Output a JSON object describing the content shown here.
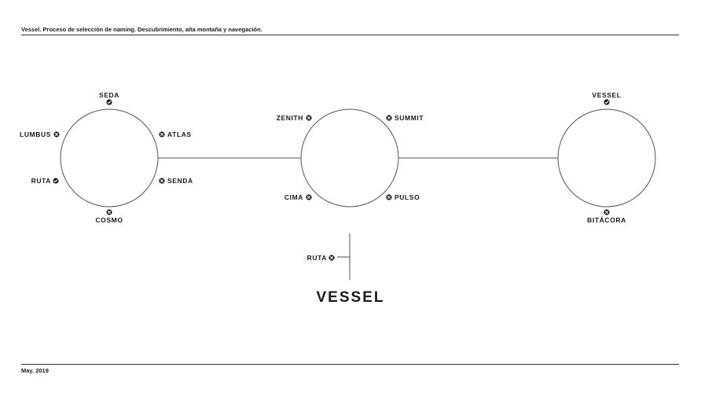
{
  "header": {
    "title": "Vessel. Proceso de selección de naming. Descubrimiento, alta montaña y navegación."
  },
  "footer": {
    "date": "May. 2019"
  },
  "circles": [
    {
      "labels": {
        "seda": {
          "text": "SEDA",
          "status": "check"
        },
        "lumbus": {
          "text": "LUMBUS",
          "status": "cross"
        },
        "atlas": {
          "text": "ATLAS",
          "status": "cross"
        },
        "ruta": {
          "text": "RUTA",
          "status": "check"
        },
        "senda": {
          "text": "SENDA",
          "status": "cross"
        },
        "cosmo": {
          "text": "COSMO",
          "status": "cross"
        }
      }
    },
    {
      "labels": {
        "zenith": {
          "text": "ZENITH",
          "status": "cross"
        },
        "summit": {
          "text": "SUMMIT",
          "status": "cross"
        },
        "cima": {
          "text": "CIMA",
          "status": "cross"
        },
        "pulso": {
          "text": "PULSO",
          "status": "cross"
        }
      }
    },
    {
      "labels": {
        "vessel": {
          "text": "VESSEL",
          "status": "check"
        },
        "bitacora": {
          "text": "BITÁCORA",
          "status": "cross"
        }
      }
    }
  ],
  "result": {
    "branch_label": {
      "text": "RUTA",
      "status": "cross"
    },
    "final_name": "VESSEL"
  },
  "colors": {
    "ink": "#1a1a1a",
    "line": "#555555"
  }
}
